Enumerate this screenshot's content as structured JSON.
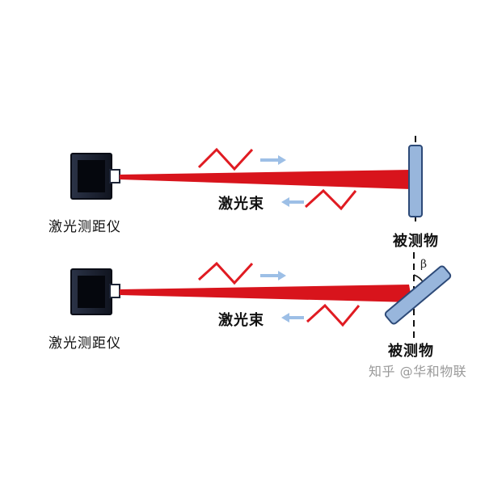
{
  "colors": {
    "laser": "#d8141c",
    "zigzag": "#e01b22",
    "arrow": "#9dbfe6",
    "device_body": "#1f2638",
    "device_face": "#0c0f1a",
    "target_fill": "#98b6dc",
    "target_stroke": "#2d4a78"
  },
  "scenes": [
    {
      "device_label": "激光测距仪",
      "beam_label": "激光束",
      "target_label": "被测物"
    },
    {
      "device_label": "激光测距仪",
      "beam_label": "激光束",
      "target_label": "被测物",
      "angle_symbol": "β"
    }
  ],
  "watermark": "知乎 @华和物联"
}
